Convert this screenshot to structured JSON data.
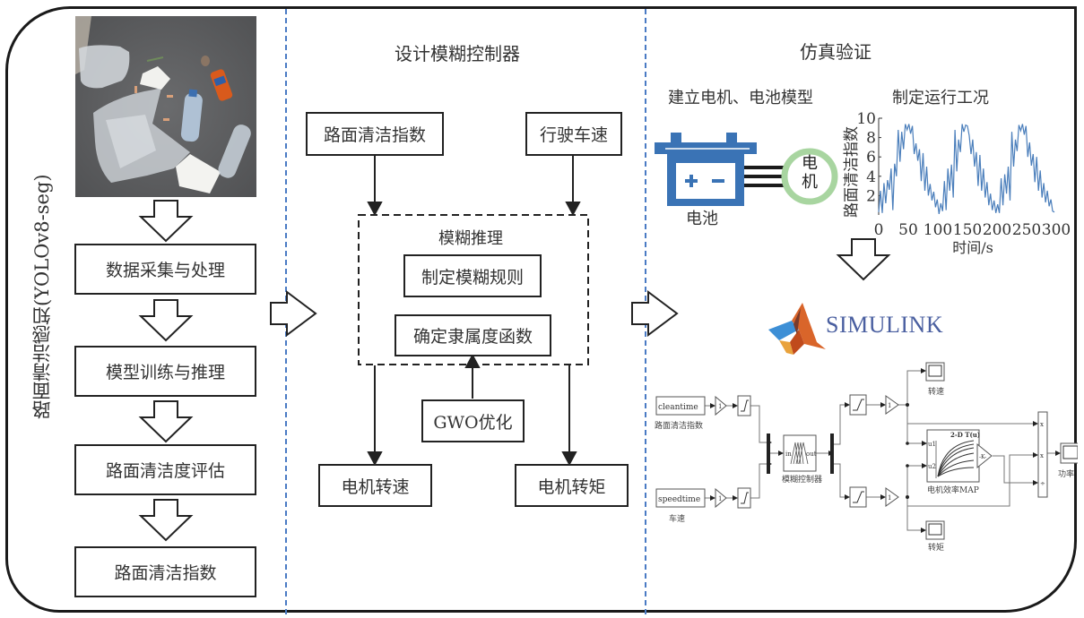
{
  "left_panel": {
    "vertical_label": "路面清洁感知(YOLOv8-seg)",
    "photo_alt": "road litter photo: plastic bags, bottles, can, paper",
    "steps": [
      "数据采集与处理",
      "模型训练与推理",
      "路面清洁度评估",
      "路面清洁指数"
    ]
  },
  "middle_panel": {
    "title": "设计模糊控制器",
    "inputs": [
      "路面清洁指数",
      "行驶车速"
    ],
    "inference_group_label": "模糊推理",
    "inference_steps": [
      "制定模糊规则",
      "确定隶属度函数"
    ],
    "optimizer": "GWO优化",
    "outputs": [
      "电机转速",
      "电机转矩"
    ]
  },
  "right_panel": {
    "title": "仿真验证",
    "model_caption": "建立电机、电池模型",
    "condition_caption": "制定运行工况",
    "battery_label": "电池",
    "motor_label_line1": "电",
    "motor_label_line2": "机",
    "battery_color": "#3a73b5",
    "motor_ring_color": "#a8d5a0",
    "simulink_logo_text": "SIMULINK",
    "simulink_text_color": "#4a5fa0",
    "simulink": {
      "source1": "cleantime",
      "source1_label": "路面清洁指数",
      "source2": "speedtime",
      "source2_label": "车速",
      "gain_label": "1",
      "fuzzy_in": "in",
      "fuzzy_out": "out",
      "fuzzy_label": "模糊控制器",
      "scope_speed": "转速",
      "scope_torque": "转矩",
      "lookup_title": "2-D T(u)",
      "lookup_u1": "u1",
      "lookup_u2": "u2",
      "lookup_label": "电机效率MAP",
      "k_gain": "-K-",
      "product_ops": [
        "x",
        "x",
        "÷"
      ],
      "scope_power": "功率"
    }
  },
  "chart_data": {
    "type": "line",
    "title": "",
    "xlabel": "时间/s",
    "ylabel": "路面清洁指数",
    "xlim": [
      0,
      300
    ],
    "ylim": [
      0,
      10
    ],
    "xticks": [
      0,
      50,
      100,
      150,
      200,
      250,
      300
    ],
    "yticks": [
      2,
      4,
      6,
      8,
      10
    ],
    "grid": false,
    "series": [
      {
        "name": "路面清洁指数",
        "color": "#4a7ebb",
        "x": [
          0,
          3,
          6,
          9,
          12,
          15,
          18,
          21,
          24,
          27,
          30,
          33,
          36,
          39,
          42,
          45,
          48,
          51,
          54,
          57,
          60,
          63,
          66,
          69,
          72,
          75,
          78,
          81,
          84,
          87,
          90,
          93,
          96,
          99,
          102,
          105,
          108,
          111,
          114,
          117,
          120,
          123,
          126,
          129,
          132,
          135,
          138,
          141,
          144,
          147,
          150,
          153,
          156,
          159,
          162,
          165,
          168,
          171,
          174,
          177,
          180,
          183,
          186,
          189,
          192,
          195,
          198,
          201,
          204,
          207,
          210,
          213,
          216,
          219,
          222,
          225,
          228,
          231,
          234,
          237,
          240,
          243,
          246,
          249,
          252,
          255,
          258,
          261,
          264,
          267,
          270,
          273,
          276,
          279,
          282,
          285,
          288,
          291,
          294,
          297
        ],
        "y": [
          0.3,
          2.5,
          0.2,
          3.3,
          1.2,
          3.6,
          2.6,
          4.8,
          0.5,
          5.3,
          4.0,
          8.8,
          5.5,
          8.6,
          6.8,
          9.4,
          8.8,
          9.4,
          8.4,
          9.2,
          6.3,
          7.4,
          5.6,
          6.8,
          3.5,
          6.4,
          2.5,
          5.0,
          2.0,
          3.2,
          1.5,
          2.4,
          0.8,
          1.6,
          0.1,
          1.2,
          0.4,
          3.5,
          0.5,
          4.8,
          2.5,
          5.2,
          1.8,
          8.8,
          4.5,
          7.8,
          6.5,
          9.4,
          8.6,
          9.3,
          9.2,
          8.2,
          6.3,
          7.8,
          5.0,
          6.5,
          3.0,
          6.2,
          2.5,
          4.8,
          1.8,
          3.4,
          1.0,
          2.2,
          0.5,
          1.5,
          0.2,
          1.1,
          0.2,
          3.8,
          1.0,
          4.2,
          2.2,
          5.0,
          1.5,
          8.6,
          5.0,
          7.8,
          6.6,
          9.3,
          8.7,
          9.4,
          8.3,
          9.2,
          6.0,
          7.5,
          5.1,
          6.3,
          3.4,
          6.0,
          2.5,
          4.6,
          1.8,
          3.3,
          1.3,
          2.5,
          0.9,
          1.6,
          0.4,
          0.3
        ]
      }
    ]
  }
}
